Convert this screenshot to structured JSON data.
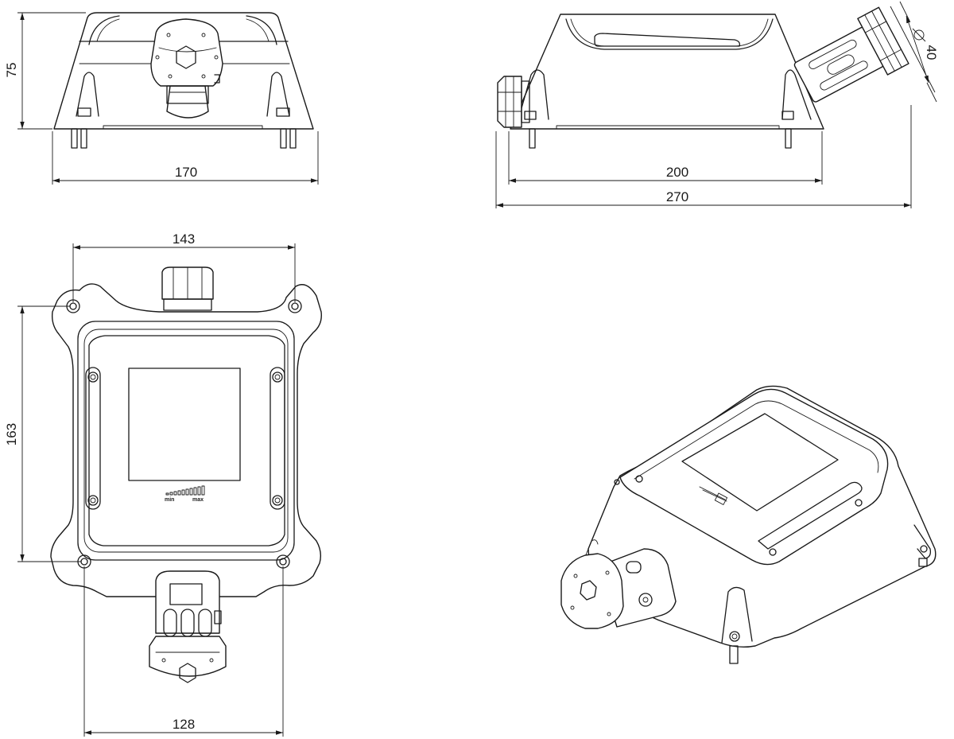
{
  "dimensions": {
    "front_height": "75",
    "front_width": "170",
    "side_base_length": "200",
    "side_overall_length": "270",
    "gland_diameter": "40",
    "top_width": "143",
    "top_height": "163",
    "top_hole_spacing": "128"
  },
  "display": {
    "min_label": "min",
    "max_label": "max"
  }
}
